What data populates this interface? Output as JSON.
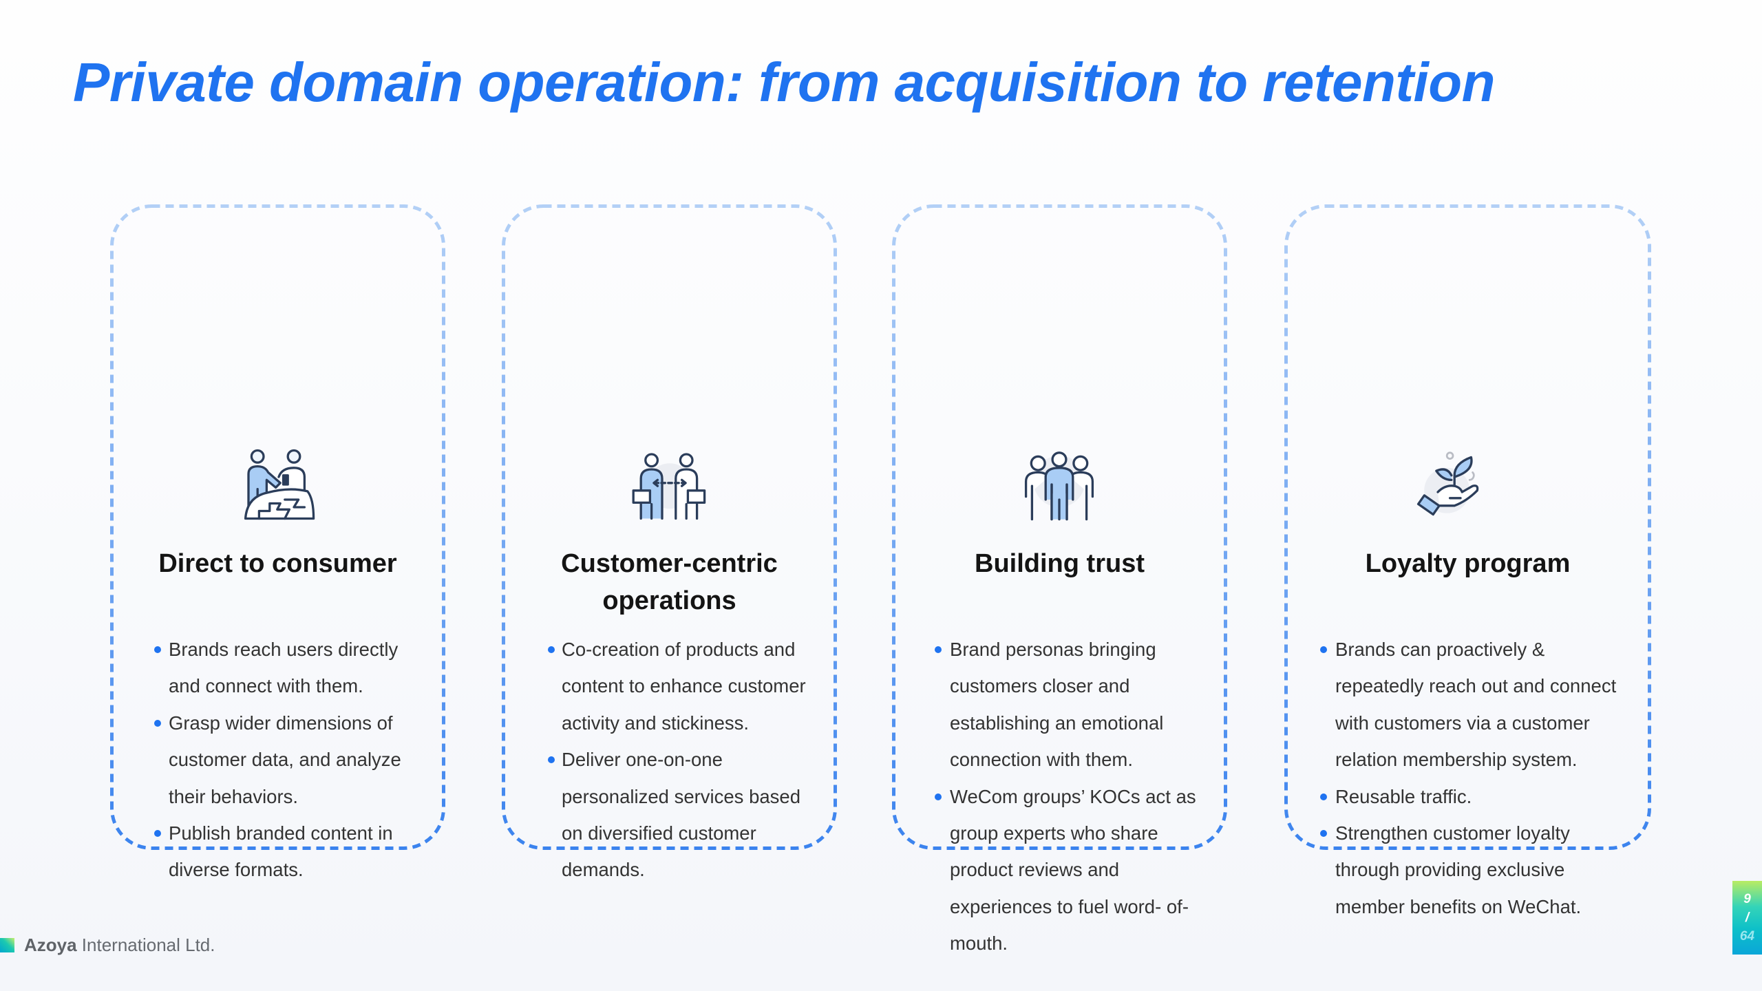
{
  "slide": {
    "title": "Private domain operation: from acquisition to retention",
    "accent_color": "#1f73f0",
    "cards": [
      {
        "icon": "handshake-people-puzzle-icon",
        "heading": "Direct to consumer",
        "bullets": [
          "Brands reach users directly and connect with them.",
          "Grasp wider dimensions of customer data, and analyze their behaviors.",
          "Publish branded content in diverse formats."
        ]
      },
      {
        "icon": "two-people-exchange-icon",
        "heading": "Customer-centric operations",
        "bullets": [
          "Co-creation of products and content to enhance customer activity and stickiness.",
          "Deliver one-on-one personalized services based on diversified customer demands."
        ]
      },
      {
        "icon": "group-of-people-icon",
        "heading": "Building trust",
        "bullets": [
          "Brand personas bringing customers closer and establishing an emotional connection with them.",
          "WeCom groups’ KOCs act as group experts who share product reviews and experiences to fuel word- of- mouth."
        ]
      },
      {
        "icon": "hand-holding-plant-icon",
        "heading": "Loyalty program",
        "bullets": [
          "Brands can proactively & repeatedly reach out and connect with customers via a customer relation membership system.",
          "Reusable traffic.",
          "Strengthen customer loyalty through providing exclusive member benefits on WeChat."
        ]
      }
    ]
  },
  "footer": {
    "company_bold": "Azoya",
    "company_rest": " International Ltd."
  },
  "page_indicator": {
    "current": "9",
    "separator": "/",
    "total": "64"
  }
}
